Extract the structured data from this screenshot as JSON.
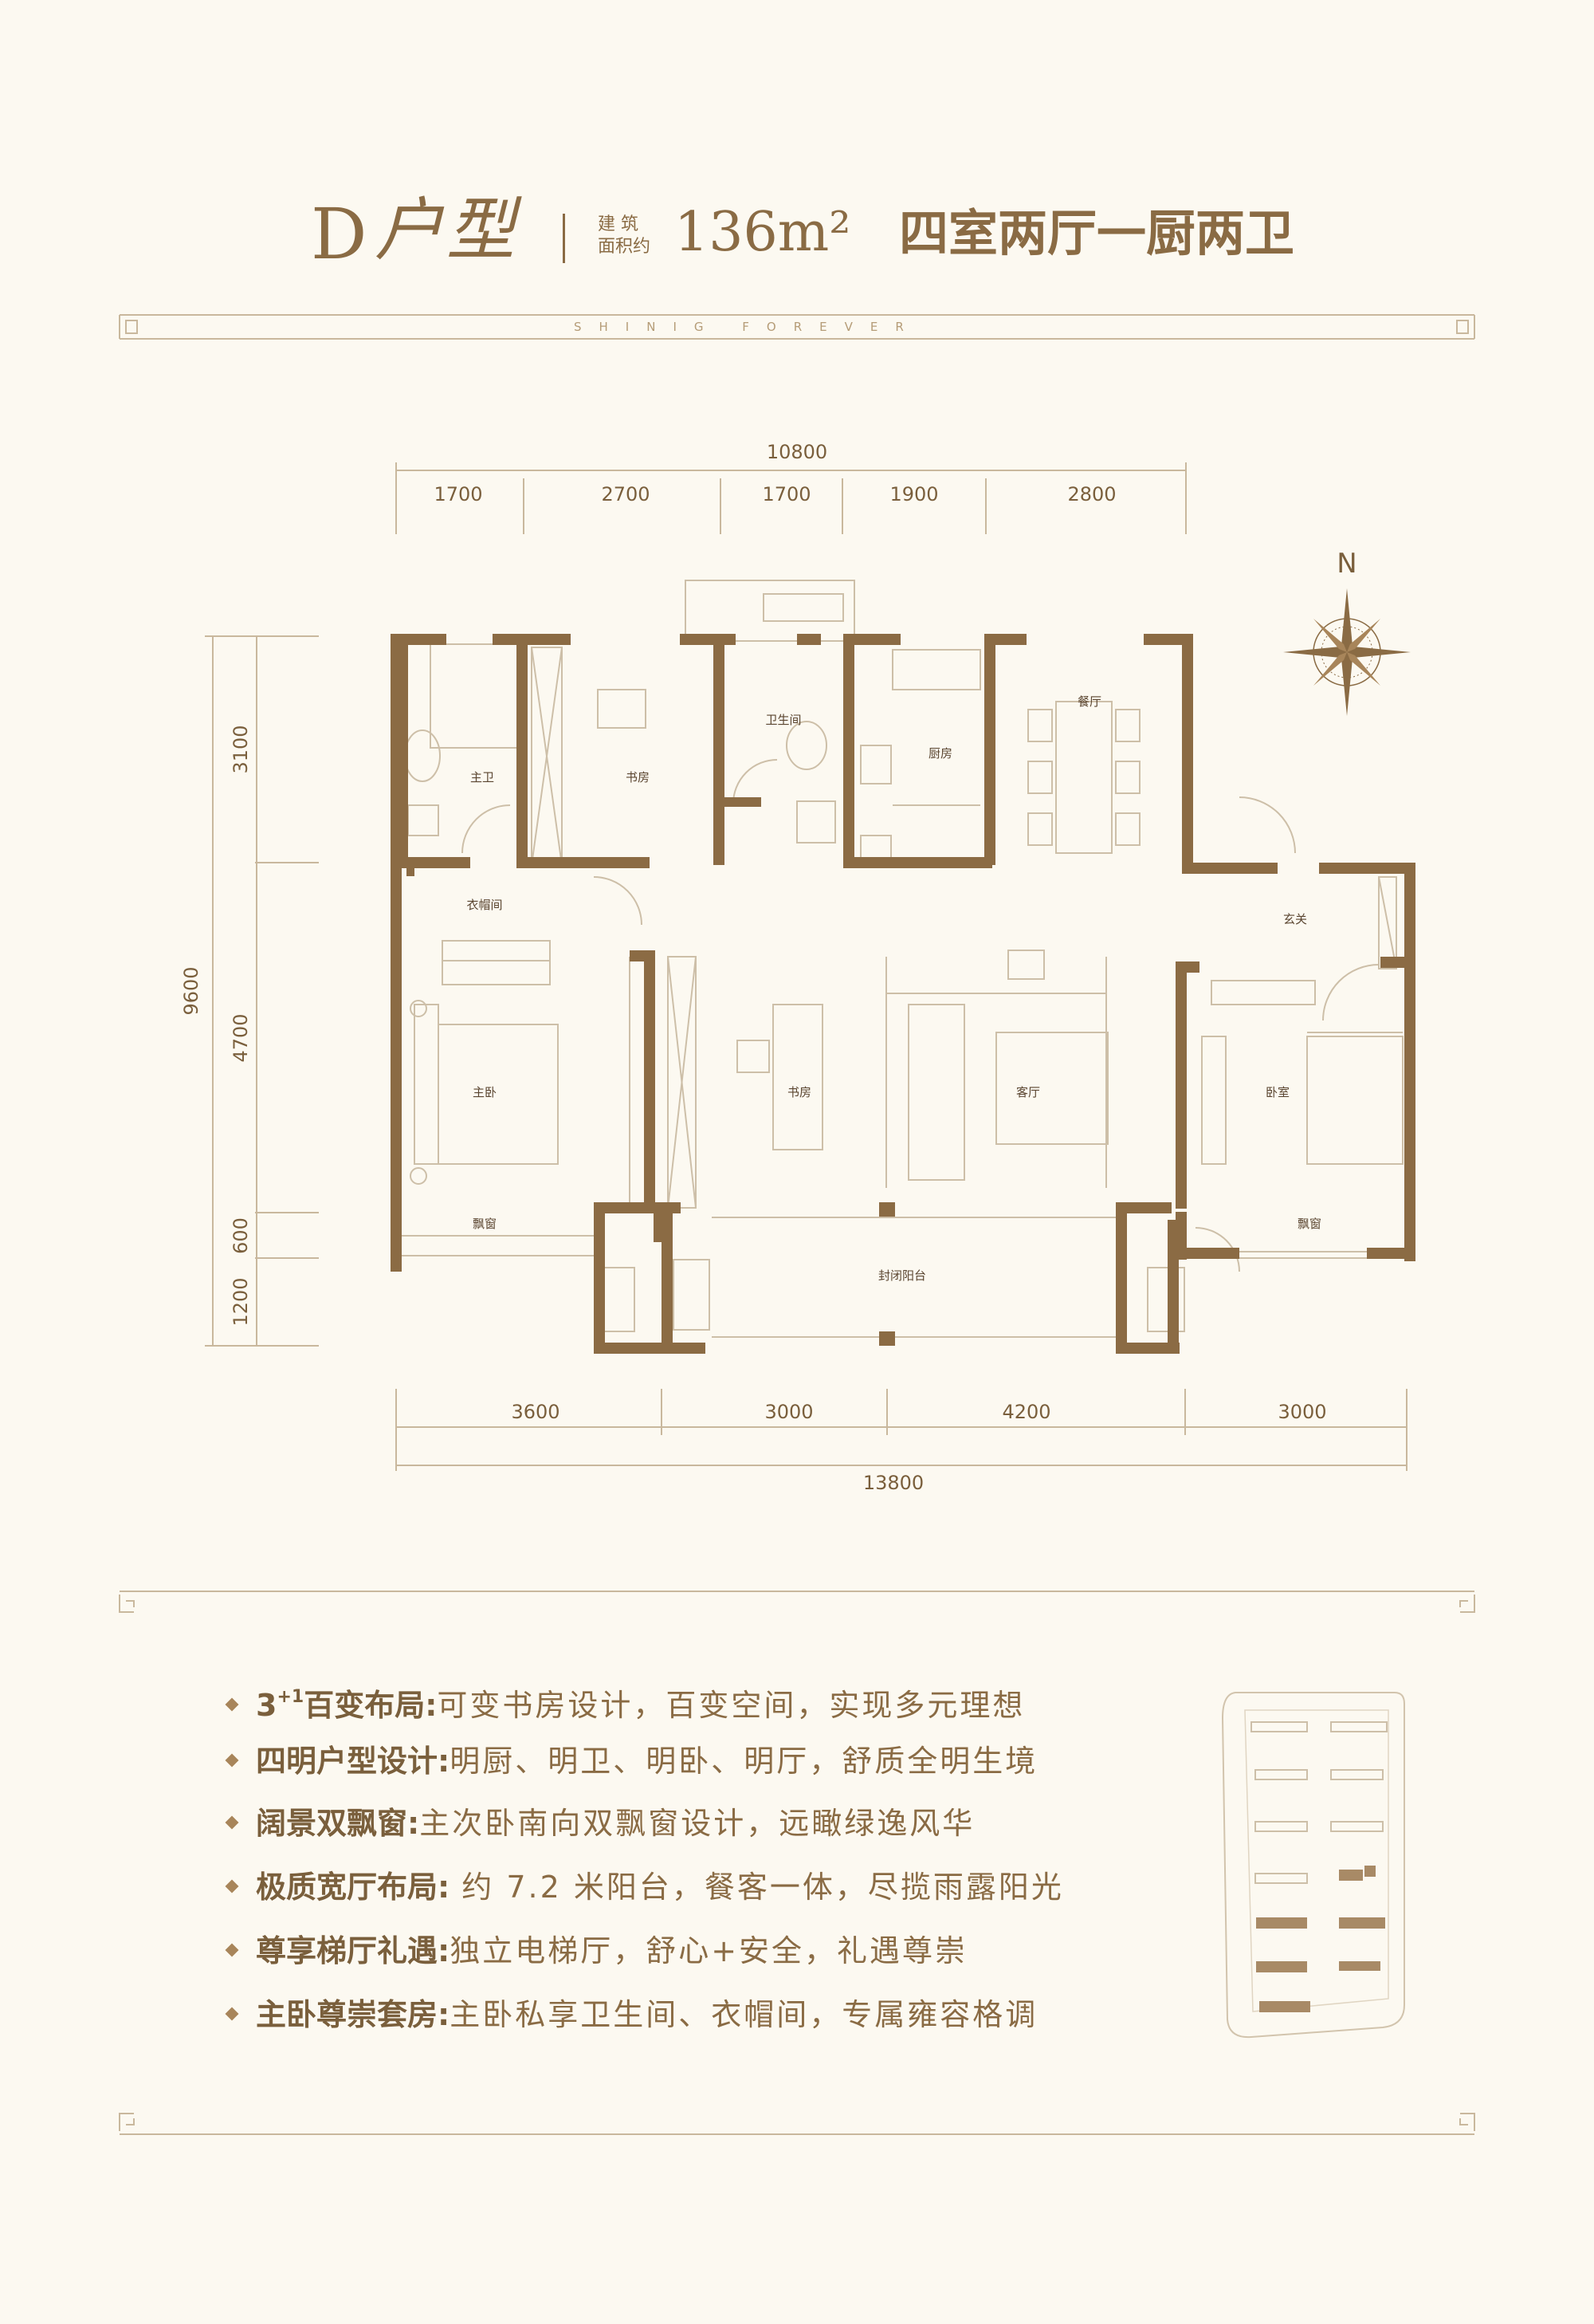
{
  "header": {
    "unit_letter": "D",
    "unit_type": "户型",
    "area_label_line1": "建 筑",
    "area_label_line2": "面积约",
    "area_value": "136m²",
    "layout_summary": "四室两厅一厨两卫",
    "banner_text": "SHINIG FOREVER"
  },
  "plan": {
    "compass_label": "N",
    "top_total": "10800",
    "top_segments": [
      "1700",
      "2700",
      "1700",
      "1900",
      "2800"
    ],
    "bottom_total": "13800",
    "bottom_segments": [
      "3600",
      "3000",
      "4200",
      "3000"
    ],
    "left_total": "9600",
    "left_segments": [
      "3100",
      "4700",
      "600",
      "1200"
    ],
    "rooms": {
      "master_bath": "主卫",
      "study_top": "书房",
      "bathroom": "卫生间",
      "kitchen": "厨房",
      "dining": "餐厅",
      "cloakroom": "衣帽间",
      "foyer": "玄关",
      "master_bedroom": "主卧",
      "study_mid": "书房",
      "living": "客厅",
      "bedroom": "卧室",
      "bay_left": "飘窗",
      "bay_right": "飘窗",
      "balcony": "封闭阳台"
    }
  },
  "features": [
    {
      "title_pre": "3",
      "title_sup": "+1",
      "title_main": "百变布局:",
      "desc": "可变书房设计，百变空间，实现多元理想"
    },
    {
      "title_pre": "",
      "title_sup": "",
      "title_main": "四明户型设计:",
      "desc": "明厨、明卫、明卧、明厅，舒质全明生境"
    },
    {
      "title_pre": "",
      "title_sup": "",
      "title_main": "阔景双飘窗:",
      "desc": "主次卧南向双飘窗设计，远瞰绿逸风华"
    },
    {
      "title_pre": "",
      "title_sup": "",
      "title_main": "极质宽厅布局:",
      "desc": " 约 7.2 米阳台，餐客一体，尽揽雨露阳光"
    },
    {
      "title_pre": "",
      "title_sup": "",
      "title_main": "尊享梯厅礼遇:",
      "desc": "独立电梯厅，舒心+安全，礼遇尊崇"
    },
    {
      "title_pre": "",
      "title_sup": "",
      "title_main": "主卧尊崇套房:",
      "desc": "主卧私享卫生间、衣帽间，专属雍容格调"
    }
  ],
  "colors": {
    "background": "#fcf9f1",
    "accent": "#8a6b44",
    "wall": "#8b6b44",
    "line": "#c9b89d"
  }
}
